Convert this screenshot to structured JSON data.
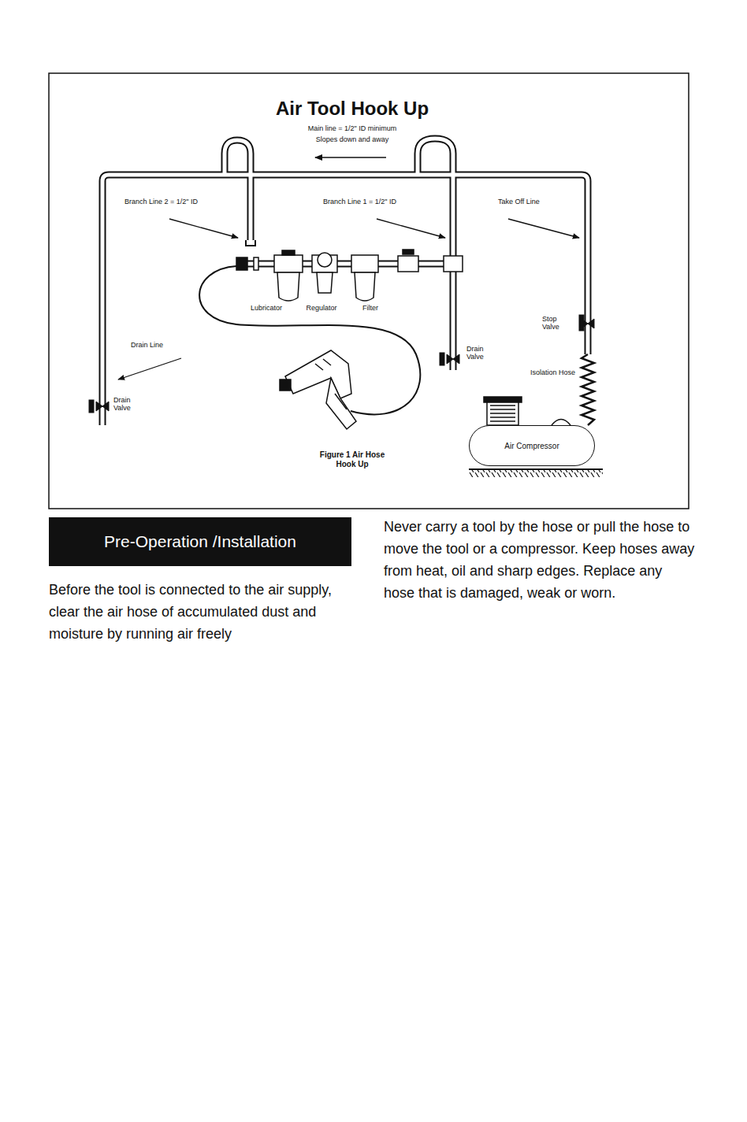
{
  "diagram": {
    "title": "Air Tool Hook Up",
    "caption": "Figure 1 Air Hose Hook Up",
    "nodes": [
      {
        "text": [
          "Air Compressor"
        ]
      },
      {
        "text": [
          "Pre-Operation /Installation"
        ]
      }
    ],
    "labels": [
      "Main line = 1/2\" ID minimum",
      "Slopes down and away",
      "Branch Line 2 = 1/2\" ID",
      "Branch Line 1 = 1/2\" ID",
      "Take Off Line",
      "Lubricator",
      "Regulator",
      "Filter",
      "Stop Valve",
      "Drain Valve",
      "Drain Valve",
      "Drain Line",
      "Isolation Hose",
      "Before the tool is connected to the air supply, clear the air hose of accumulated dust and moisture by running air freely",
      "Never carry a tool by the hose or pull the hose to move the tool or a compressor. Keep hoses away from heat, oil and sharp edges. Replace any hose that is damaged, weak or worn."
    ]
  }
}
